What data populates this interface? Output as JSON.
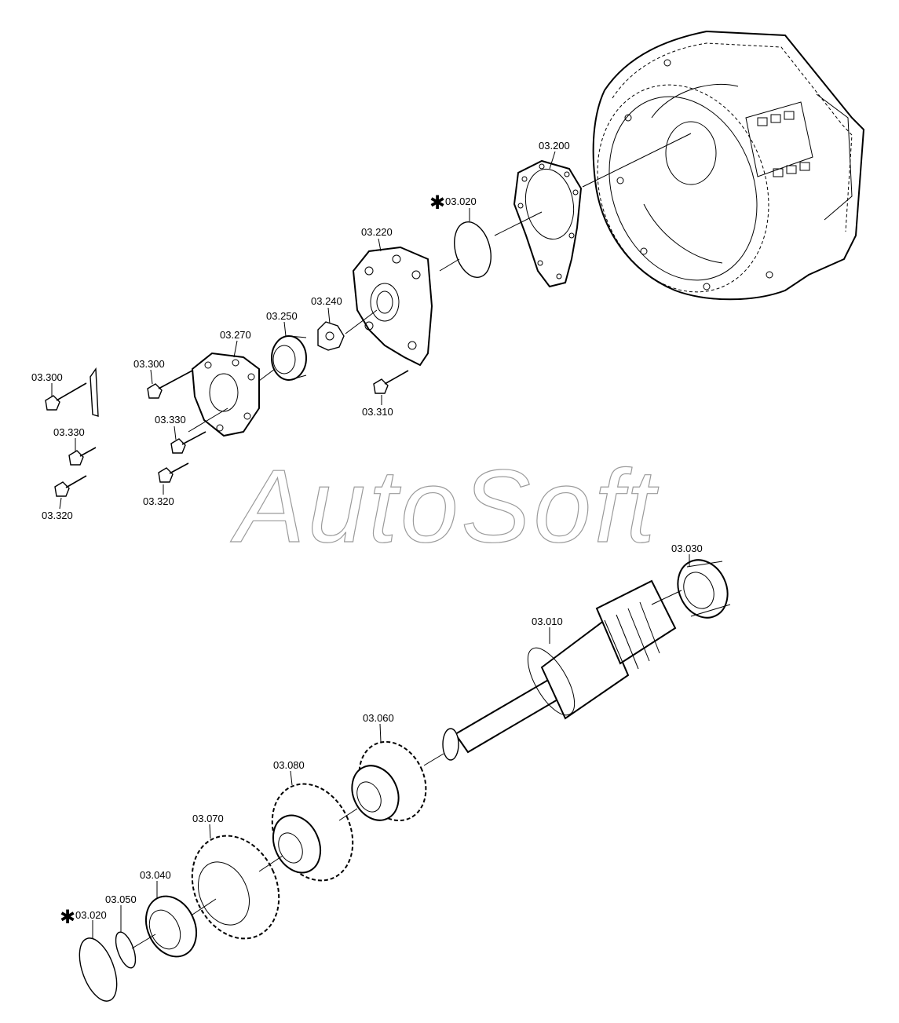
{
  "watermark": "AutoSoft",
  "marker_symbol": "✱",
  "labels": {
    "p03_200": "03.200",
    "p03_020_top": "03.020",
    "p03_220": "03.220",
    "p03_240": "03.240",
    "p03_250": "03.250",
    "p03_270": "03.270",
    "p03_300_left": "03.300",
    "p03_300_mid": "03.300",
    "p03_310": "03.310",
    "p03_330_mid": "03.330",
    "p03_330_left": "03.330",
    "p03_320_mid": "03.320",
    "p03_320_left": "03.320",
    "p03_030": "03.030",
    "p03_010": "03.010",
    "p03_060": "03.060",
    "p03_080": "03.080",
    "p03_070": "03.070",
    "p03_040": "03.040",
    "p03_050": "03.050",
    "p03_020_bottom": "03.020"
  }
}
